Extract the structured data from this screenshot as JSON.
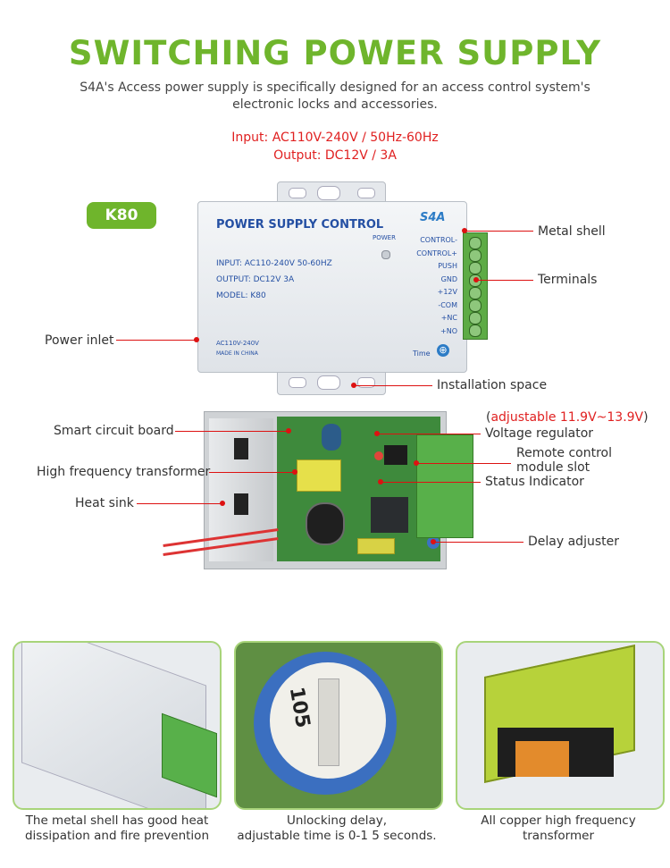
{
  "header": {
    "title": "SWITCHING POWER SUPPLY",
    "subtitle_line1": "S4A's Access power supply is specifically designed for an access control system's",
    "subtitle_line2": "electronic locks and accessories."
  },
  "specs": {
    "input": "Input: AC110V-240V / 50Hz-60Hz",
    "output": "Output: DC12V / 3A"
  },
  "model_badge": "K80",
  "device": {
    "panel_title": "POWER SUPPLY CONTROL",
    "input_line": "INPUT: AC110-240V 50-60HZ",
    "output_line": "OUTPUT: DC12V 3A",
    "model_line": "MODEL: K80",
    "power_led": "POWER",
    "bottom_volt": "AC110V-240V",
    "made_in": "MADE IN CHINA",
    "time_label": "Time",
    "logo": "S4A",
    "terminals": [
      "CONTROL-",
      "CONTROL+",
      "PUSH",
      "GND",
      "+12V",
      "-COM",
      "+NC",
      "+NO"
    ]
  },
  "callouts_top": {
    "metal_shell": "Metal shell",
    "terminals": "Terminals",
    "power_inlet": "Power inlet",
    "installation_space": "Installation space"
  },
  "callouts_board": {
    "adjustable_note": "adjustable 11.9V~13.9V",
    "smart_circuit": "Smart circuit board",
    "voltage_regulator": "Voltage regulator",
    "remote_control_1": "Remote control",
    "remote_control_2": "module slot",
    "hf_transformer": "High frequency transformer",
    "status_indicator": "Status Indicator",
    "heat_sink": "Heat sink",
    "delay_adjuster": "Delay adjuster"
  },
  "features": [
    {
      "line1": "The metal shell has good heat",
      "line2": "dissipation and fire prevention"
    },
    {
      "line1": "Unlocking delay,",
      "line2": "adjustable time is 0-1 5 seconds."
    },
    {
      "line1": "All copper high frequency",
      "line2": "transformer"
    }
  ],
  "pot_marking": "105",
  "colors": {
    "accent": "#6fb52c",
    "callout": "#dd1111",
    "spec": "#e02020"
  }
}
